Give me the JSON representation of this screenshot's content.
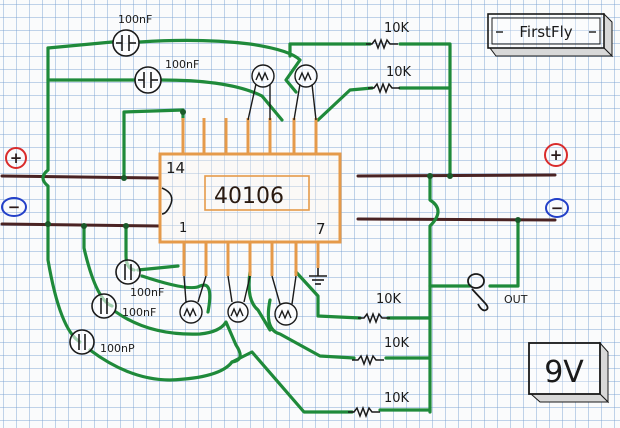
{
  "title": "FirstFly",
  "chip": {
    "part_number": "40106",
    "pin_14": "14",
    "pin_1": "1",
    "pin_7": "7"
  },
  "capacitors": [
    {
      "label": "100nF"
    },
    {
      "label": "100nF"
    },
    {
      "label": "100nF"
    },
    {
      "label": "100nF"
    },
    {
      "label": "100nP"
    }
  ],
  "resistors": [
    {
      "label": "10K"
    },
    {
      "label": "10K"
    },
    {
      "label": "10K"
    },
    {
      "label": "10K"
    },
    {
      "label": "10K"
    }
  ],
  "rails": {
    "left_plus": "+",
    "left_minus": "−",
    "right_plus": "+",
    "right_minus": "−"
  },
  "output_label": "OUT",
  "battery_label": "9V",
  "colors": {
    "wire": "#1f8a3a",
    "rail": "#4a2323",
    "chip": "#e59a4a",
    "plus_circle": "#d92b2b",
    "minus_circle": "#2340c8",
    "ink": "#1a1a1a"
  },
  "icons": {
    "photoresistor": "photoresistor-icon",
    "capacitor": "capacitor-icon",
    "resistor": "resistor-icon",
    "ground": "ground-icon",
    "jack": "audio-jack-icon"
  }
}
